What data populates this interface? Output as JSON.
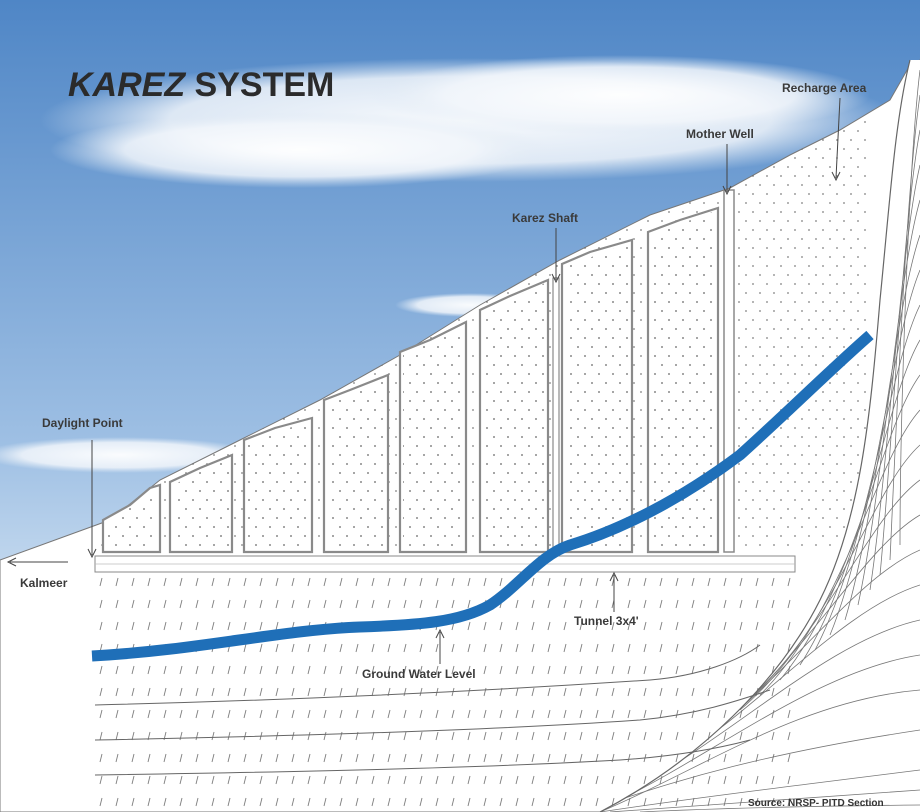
{
  "title": {
    "emphasis": "KAREZ",
    "rest": " SYSTEM"
  },
  "labels": {
    "recharge_area": "Recharge Area",
    "mother_well": "Mother Well",
    "karez_shaft": "Karez Shaft",
    "daylight_point": "Daylight Point",
    "kalmeer": "Kalmeer",
    "tunnel": "Tunnel 3x4'",
    "ground_water_level": "Ground Water Level"
  },
  "source": "Source: NRSP- PITD Section",
  "colors": {
    "sky_top": "#5b8fcb",
    "sky_mid": "#a9c6e6",
    "water": "#1f6fb8",
    "ground": "#ffffff",
    "line": "#888888",
    "text": "#3a3a3a"
  }
}
